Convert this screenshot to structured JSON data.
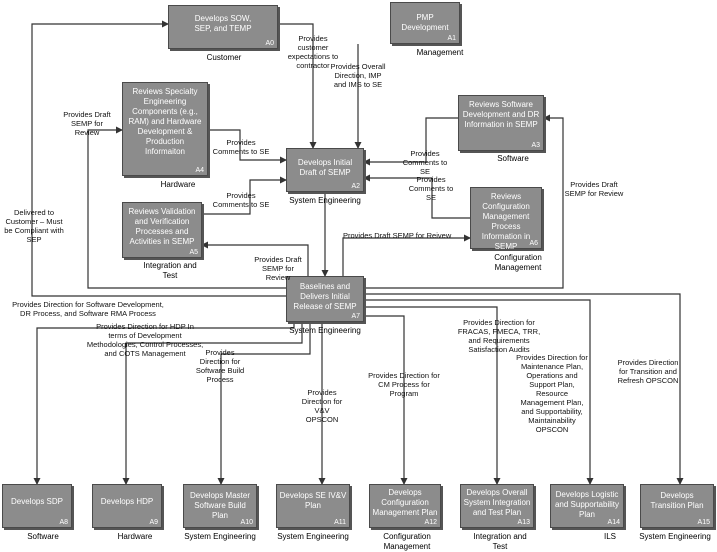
{
  "boxes": {
    "a0": {
      "title": "Develops SOW, SEP, and TEMP",
      "id": "A0",
      "role": "Customer"
    },
    "a1": {
      "title": "PMP Development",
      "id": "A1",
      "role": "Management"
    },
    "a2": {
      "title": "Develops Initial Draft of SEMP",
      "id": "A2",
      "role": "System Engineering"
    },
    "a3": {
      "title": "Reviews Software Development and DR Information in SEMP",
      "id": "A3",
      "role": "Software"
    },
    "a4": {
      "title": "Reviews Specialty Engineering Components (e.g., RAM) and Hardware Development & Production Informaiton",
      "id": "A4",
      "role": "Hardware"
    },
    "a5": {
      "title": "Reviews Validation and Verification Processes and Activities in SEMP",
      "id": "A5",
      "role": "Integration and Test"
    },
    "a6": {
      "title": "Reviews Configuration Management Process Information in SEMP",
      "id": "A6",
      "role": "Configuration Management"
    },
    "a7": {
      "title": "Baselines and Delivers Initial Release of SEMP",
      "id": "A7",
      "role": "System Engineering"
    },
    "a8": {
      "title": "Develops SDP",
      "id": "A8",
      "role": "Software"
    },
    "a9": {
      "title": "Develops HDP",
      "id": "A9",
      "role": "Hardware"
    },
    "a10": {
      "title": "Develops Master Software Build Plan",
      "id": "A10",
      "role": "System Engineering"
    },
    "a11": {
      "title": "Develops SE IV&V Plan",
      "id": "A11",
      "role": "System Engineering"
    },
    "a12": {
      "title": "Develops Configuration Management Plan",
      "id": "A12",
      "role": "Configuration Management"
    },
    "a13": {
      "title": "Develops Overall System Integration and Test Plan",
      "id": "A13",
      "role": "Integration and Test"
    },
    "a14": {
      "title": "Develops Logistic and Supportability Plan",
      "id": "A14",
      "role": "ILS"
    },
    "a15": {
      "title": "Develops Transition Plan",
      "id": "A15",
      "role": "System Engineering"
    }
  },
  "labels": {
    "l_a0_a2": "Provides customer expectations to contractor",
    "l_a1_a2": "Provides Overall Direction, IMP and IMS to SE",
    "l_draft_a4": "Provides Draft SEMP for Review",
    "l_comm_a4": "Provides Comments to SE",
    "l_comm_a3": "Provides Comments to SE",
    "l_comm_a6": "Provides Comments to SE",
    "l_comm_a5": "Provides Comments to SE",
    "l_draft_a3": "Provides Draft SEMP for Review",
    "l_draft_a6": "Provides Draft SEMP for Reivew",
    "l_draft_a5": "Provides Draft SEMP for Review",
    "l_delivered": "Delivered to Customer – Must be Compliant with SEP",
    "l_dir_a8": "Provides Direction for Software Development, DR Process, and Software RMA Process",
    "l_dir_a9": "Provides Direction for HDP In terms of Development Methodologies, Control Processes, and COTS Management",
    "l_dir_a10": "Provides Direction for Software Build Process",
    "l_dir_a11": "Provides Direction for V&V OPSCON",
    "l_dir_a12": "Provides Direction for CM Process for Program",
    "l_dir_a13": "Provides Direction for FRACAS, FMECA, TRR, and Requirements Satisfaction Audits",
    "l_dir_a14": "Provides Direction for Maintenance Plan, Operations and Support Plan, Resource Management Plan, and Supportability, Maintainability OPSCON",
    "l_dir_a15": "Provides Direction for Transition and Refresh OPSCON"
  }
}
